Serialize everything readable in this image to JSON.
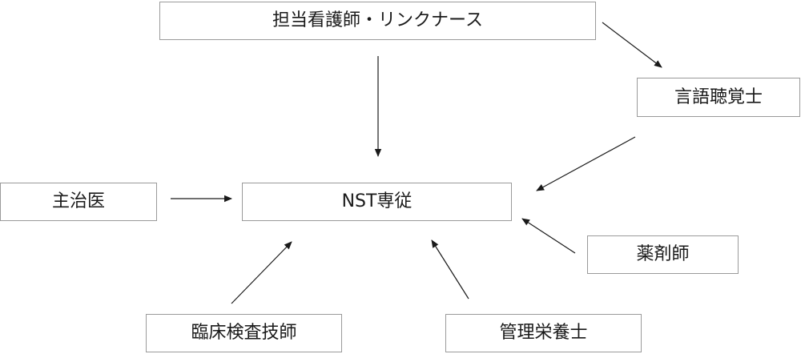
{
  "nodes": {
    "nurse": "担当看護師・リンクナース",
    "speech": "言語聴覚士",
    "doctor": "主治医",
    "nst": "NST専従",
    "pharmacist": "薬剤師",
    "labtech": "臨床検査技師",
    "dietitian": "管理栄養士"
  },
  "edges": [
    {
      "from": "nurse",
      "to": "nst"
    },
    {
      "from": "nurse",
      "to": "speech"
    },
    {
      "from": "speech",
      "to": "nst"
    },
    {
      "from": "doctor",
      "to": "nst"
    },
    {
      "from": "pharmacist",
      "to": "nst"
    },
    {
      "from": "labtech",
      "to": "nst"
    },
    {
      "from": "dietitian",
      "to": "nst"
    }
  ]
}
